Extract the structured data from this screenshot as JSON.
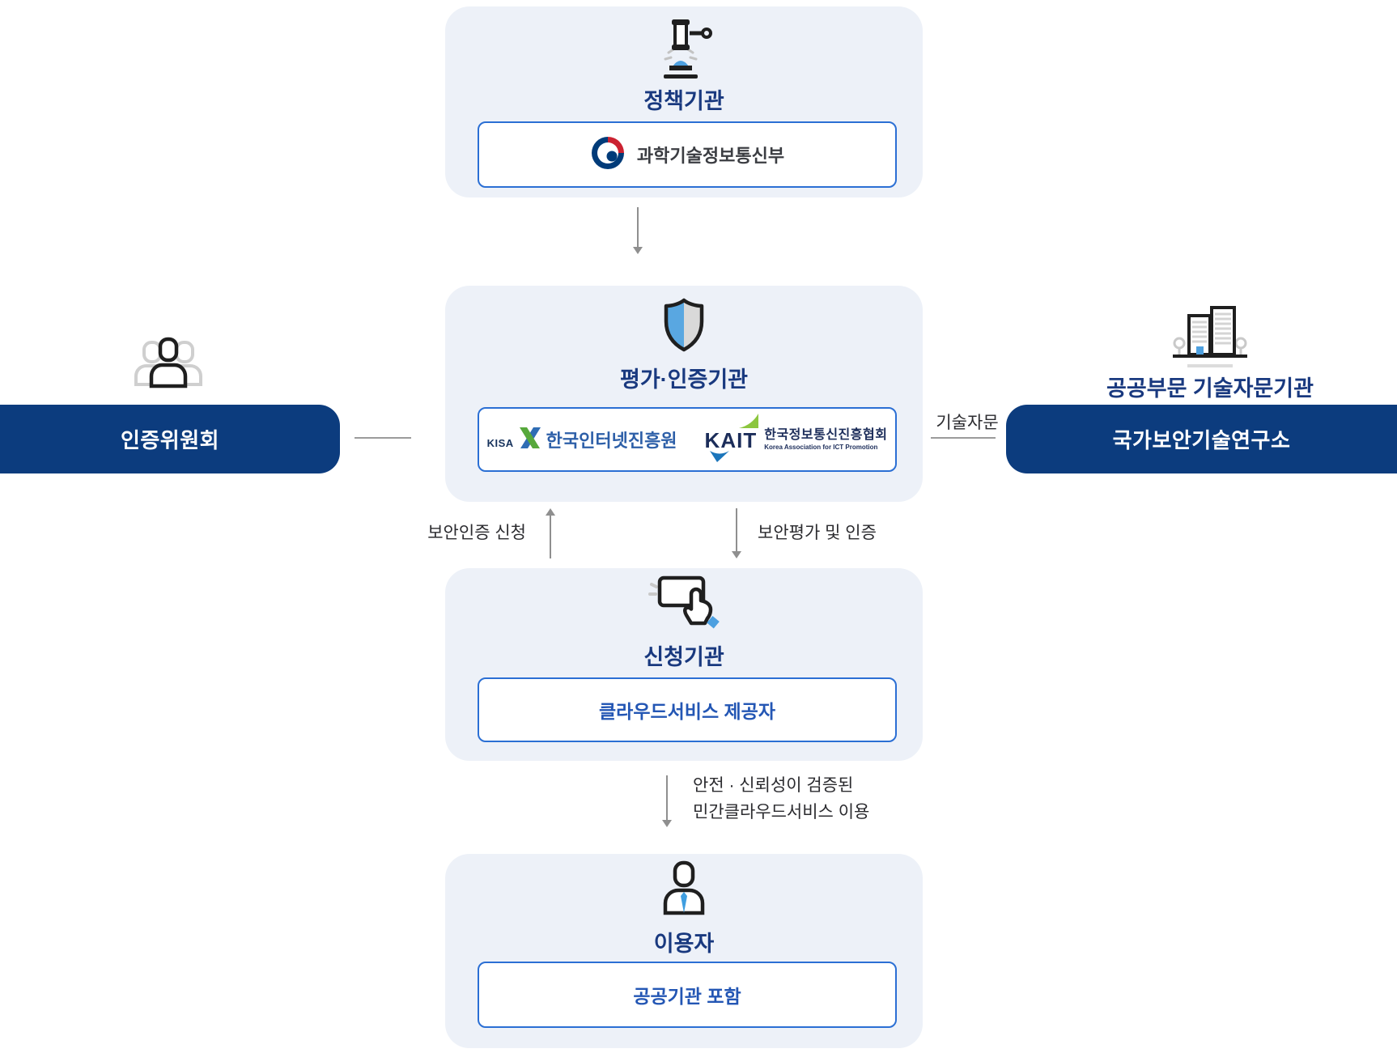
{
  "colors": {
    "panel_bg": "#edf1f8",
    "navy_box": "#0c3c7e",
    "title_navy": "#19397f",
    "box_border_blue": "#2b6fd4",
    "org_text_blue": "#2356b4",
    "accent_blue": "#4da0e0",
    "arrow_gray": "#8f8f8f"
  },
  "policy": {
    "icon": "gavel-icon",
    "title": "정책기관",
    "org": "과학기술정보통신부"
  },
  "evaluation": {
    "icon": "shield-icon",
    "title": "평가·인증기관",
    "kisa": {
      "abbr": "KISA",
      "name": "한국인터넷진흥원"
    },
    "kait": {
      "abbr": "KAIT",
      "name": "한국정보통신진흥협회",
      "name_en": "Korea Association for ICT Promotion"
    }
  },
  "committee": {
    "icon": "people-group-icon",
    "name": "인증위원회"
  },
  "advisory": {
    "icon": "buildings-icon",
    "title": "공공부문 기술자문기관",
    "org": "국가보안기술연구소",
    "relation": "기술자문"
  },
  "applicant": {
    "icon": "click-hand-icon",
    "title": "신청기관",
    "org": "클라우드서비스 제공자"
  },
  "user": {
    "icon": "person-icon",
    "title": "이용자",
    "org": "공공기관 포함"
  },
  "labels": {
    "apply": "보안인증 신청",
    "certify": "보안평가 및 인증",
    "use1": "안전 · 신뢰성이 검증된",
    "use2": "민간클라우드서비스 이용"
  }
}
